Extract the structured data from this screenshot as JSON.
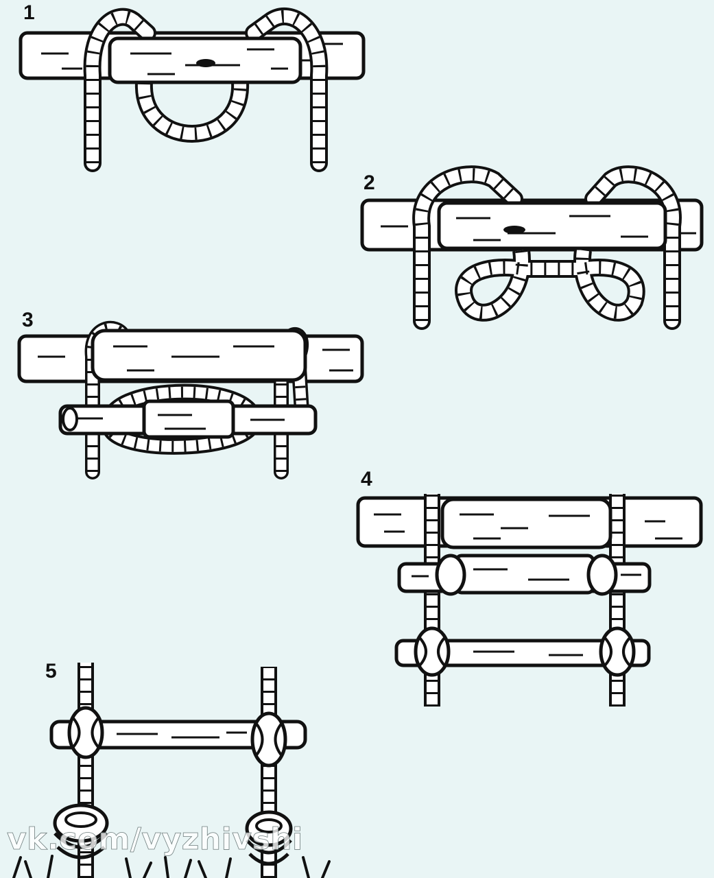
{
  "steps": [
    {
      "number": "1"
    },
    {
      "number": "2"
    },
    {
      "number": "3"
    },
    {
      "number": "4"
    },
    {
      "number": "5"
    }
  ],
  "watermark": "vk.com/vyzhivshi",
  "colors": {
    "background": "#e9f5f5",
    "ink": "#111111",
    "wood": "#ffffff"
  },
  "icons": [
    "log-icon",
    "rung-icon",
    "rope-icon",
    "knot-icon",
    "grass-icon"
  ]
}
